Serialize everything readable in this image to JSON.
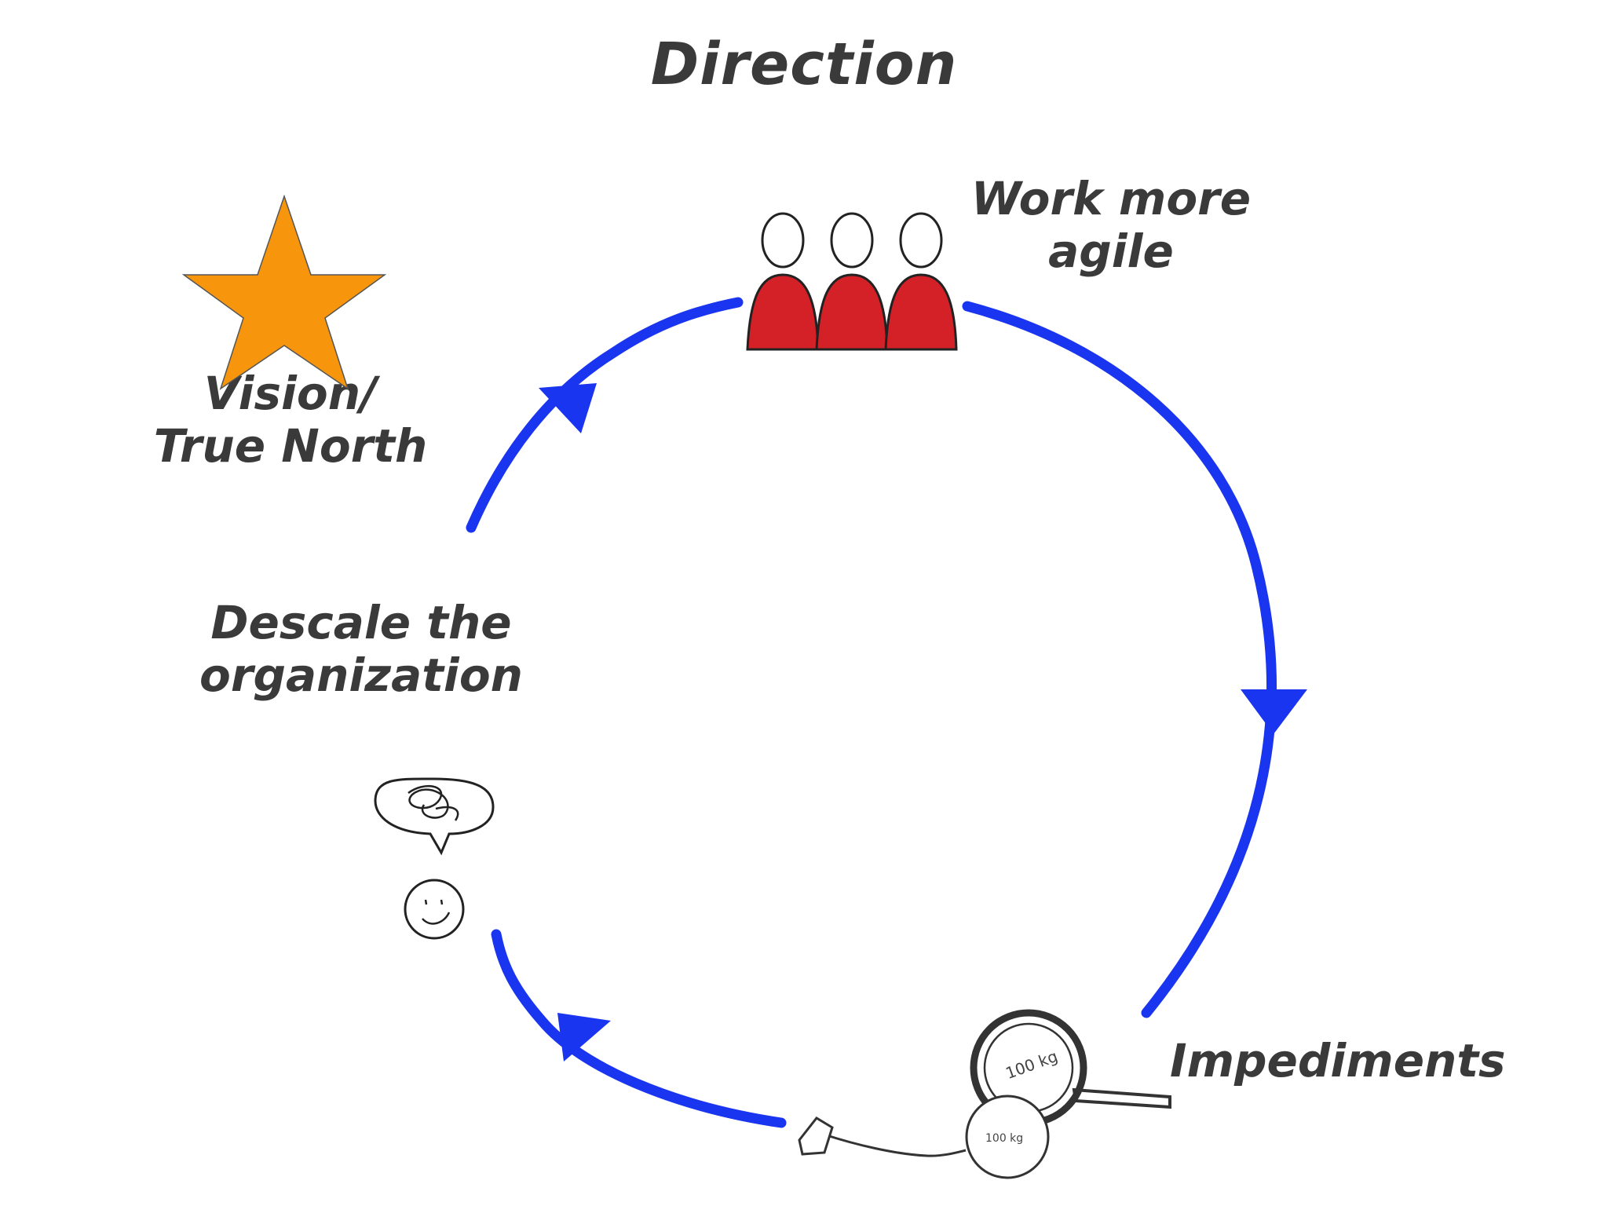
{
  "title": "Direction",
  "colors": {
    "cycle": "#1a35f0",
    "star": "#f7960d",
    "people": "#d42128",
    "ink": "#3a3a3a"
  },
  "nodes": {
    "work_more_agile": {
      "lines": [
        "Work more",
        "agile"
      ],
      "icon": "team-people-icon"
    },
    "vision": {
      "lines": [
        "Vision/",
        "True North"
      ],
      "icon": "star-icon"
    },
    "descale": {
      "lines": [
        "Descale the",
        "organization"
      ],
      "icon": "confused-person-icon"
    },
    "impediments": {
      "lines": [
        "Impediments"
      ],
      "icon": "magnifier-weight-icon",
      "weight_label": "100 kg"
    }
  }
}
